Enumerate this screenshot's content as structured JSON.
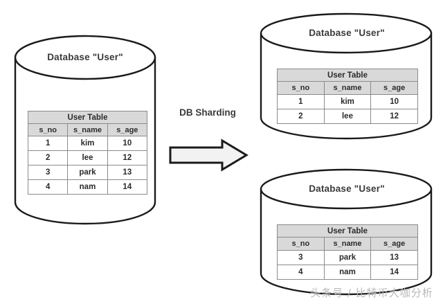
{
  "diagram": {
    "title": "DB Sharding",
    "transform_label": "DB Sharding",
    "arrow_icon": "right-arrow-icon"
  },
  "source_database": {
    "name": "Database \"User\"",
    "table": {
      "title": "User Table",
      "columns": [
        "s_no",
        "s_name",
        "s_age"
      ],
      "rows": [
        [
          "1",
          "kim",
          "10"
        ],
        [
          "2",
          "lee",
          "12"
        ],
        [
          "3",
          "park",
          "13"
        ],
        [
          "4",
          "nam",
          "14"
        ]
      ]
    }
  },
  "shards": [
    {
      "name": "Database \"User\"",
      "table": {
        "title": "User Table",
        "columns": [
          "s_no",
          "s_name",
          "s_age"
        ],
        "rows": [
          [
            "1",
            "kim",
            "10"
          ],
          [
            "2",
            "lee",
            "12"
          ]
        ]
      }
    },
    {
      "name": "Database \"User\"",
      "table": {
        "title": "User Table",
        "columns": [
          "s_no",
          "s_name",
          "s_age"
        ],
        "rows": [
          [
            "3",
            "park",
            "13"
          ],
          [
            "4",
            "nam",
            "14"
          ]
        ]
      }
    }
  ],
  "watermark": {
    "text": "头条号 / 比特币大咖分析"
  },
  "colors": {
    "background": "#ffffff",
    "stroke": "#1a1a1a",
    "table_header_fill": "#d9d9d9",
    "table_cell_fill": "#ffffff",
    "table_border": "#8a8a8a",
    "text": "#2b2b2b",
    "arrow_fill": "#f2f2f2",
    "watermark": "#b9b9b9"
  }
}
